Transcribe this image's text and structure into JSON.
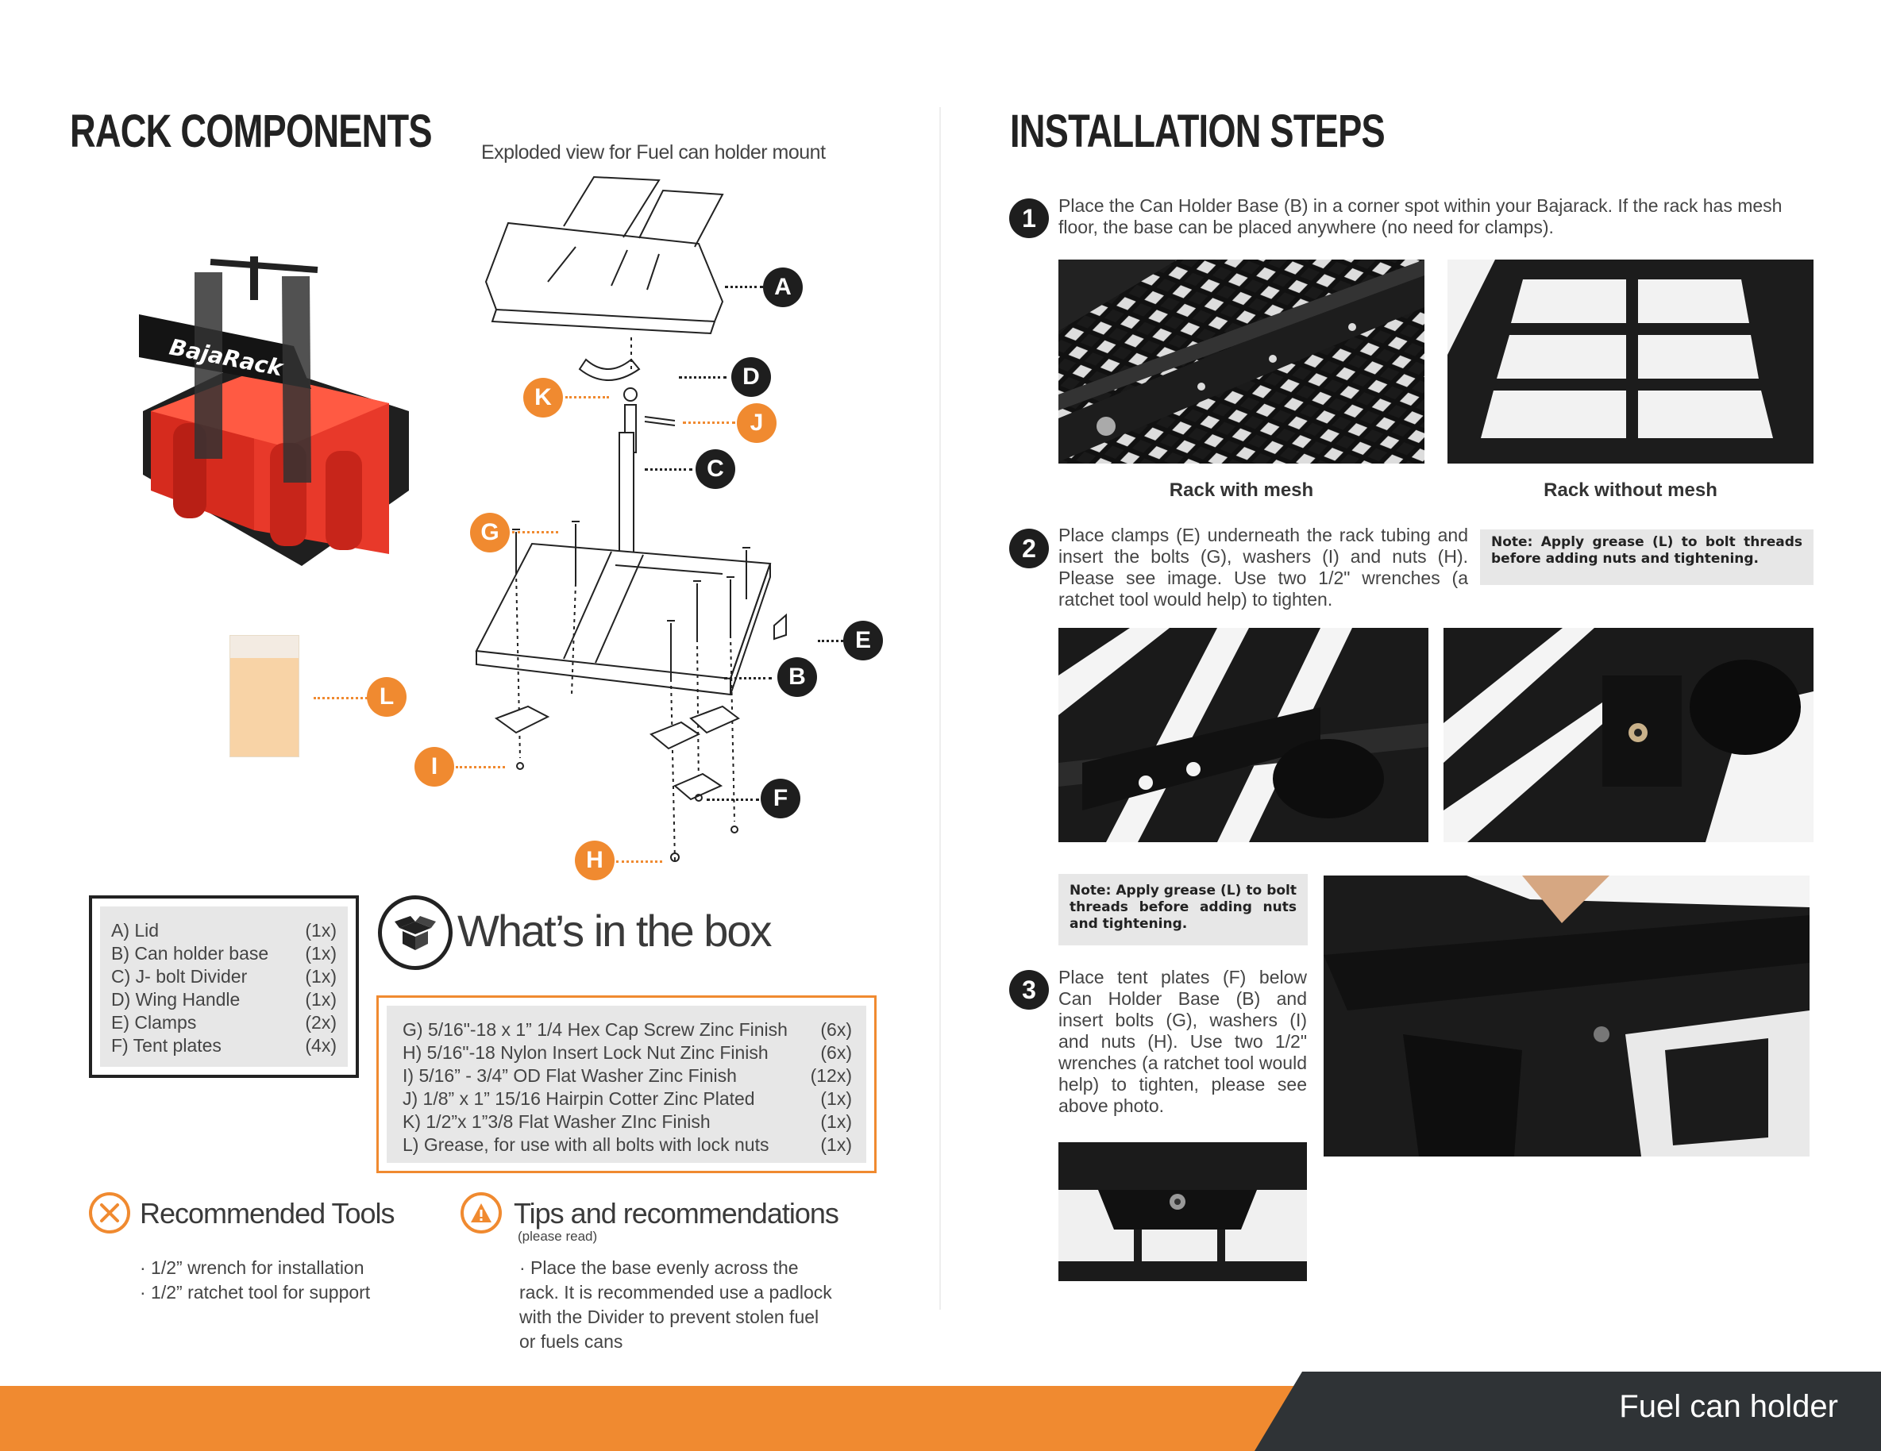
{
  "left_page": {
    "title": "RACK COMPONENTS",
    "diagram_caption": "Exploded view for Fuel can holder mount",
    "callouts": [
      "A",
      "B",
      "C",
      "D",
      "E",
      "F",
      "G",
      "H",
      "I",
      "J",
      "K",
      "L"
    ],
    "product_logo_text": "BajaRack",
    "box_list": [
      {
        "label": "A) Lid",
        "qty": "(1x)"
      },
      {
        "label": "B) Can holder base",
        "qty": "(1x)"
      },
      {
        "label": "C) J- bolt Divider",
        "qty": "(1x)"
      },
      {
        "label": "D) Wing Handle",
        "qty": "(1x)"
      },
      {
        "label": "E) Clamps",
        "qty": "(2x)"
      },
      {
        "label": "F) Tent plates",
        "qty": "(4x)"
      }
    ],
    "whats_in_box": {
      "title": "What’s in the box",
      "icon": "open-box-icon",
      "items": [
        {
          "label": "G) 5/16\"-18 x 1” 1/4 Hex Cap Screw Zinc Finish",
          "qty": "(6x)"
        },
        {
          "label": "H) 5/16\"-18  Nylon Insert Lock Nut Zinc Finish",
          "qty": "(6x)"
        },
        {
          "label": "I) 5/16” - 3/4” OD Flat Washer Zinc Finish",
          "qty": "(12x)"
        },
        {
          "label": "J) 1/8” x 1” 15/16 Hairpin Cotter Zinc Plated",
          "qty": "(1x)"
        },
        {
          "label": "K) 1/2”x 1”3/8 Flat Washer ZInc Finish",
          "qty": "(1x)"
        },
        {
          "label": "L) Grease, for use with all bolts with lock nuts",
          "qty": "(1x)"
        }
      ]
    },
    "tools": {
      "title": "Recommended Tools",
      "icon": "tools-icon",
      "items": [
        "· 1/2” wrench for installation",
        "· 1/2” ratchet tool for support"
      ]
    },
    "tips": {
      "title": "Tips and recommendations",
      "subtitle": "(please read)",
      "icon": "warning-icon",
      "text": "· Place the base evenly across the rack. It is recommended use a padlock with the Divider to prevent stolen fuel or fuels cans"
    }
  },
  "right_page": {
    "title": "INSTALLATION STEPS",
    "steps": [
      {
        "number": "1",
        "text": "Place the Can Holder Base (B) in a corner spot within your Bajarack. If the rack has mesh floor, the base can be placed anywhere (no need for clamps)."
      },
      {
        "number": "2",
        "text": "Place clamps (E) underneath the rack tubing and insert the bolts (G), washers (I) and nuts (H). Please see image. Use two 1/2\" wrenches (a ratchet tool would help) to tighten."
      },
      {
        "number": "3",
        "text": "Place tent plates (F) below Can Holder Base (B) and insert bolts (G), washers (I) and nuts (H). Use two 1/2\" wrenches (a ratchet tool would help) to tighten, please see above photo."
      }
    ],
    "photo_labels": {
      "mesh": "Rack with mesh",
      "no_mesh": "Rack without mesh"
    },
    "note_1": "Note: Apply grease (L) to bolt threads before adding nuts and tightening.",
    "note_2": "Note: Apply grease (L) to bolt threads before adding nuts and tightening."
  },
  "footer": {
    "label": "Fuel can holder"
  },
  "colors": {
    "accent": "#f08a30",
    "dark": "#2f3336",
    "panel": "#e7e7e7"
  }
}
